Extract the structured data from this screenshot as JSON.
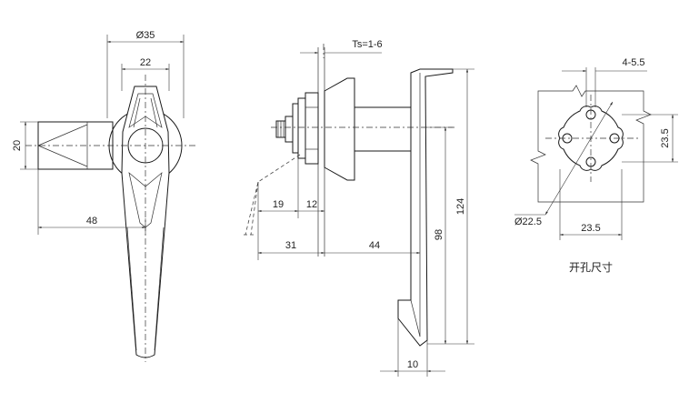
{
  "front_view": {
    "dim_diameter": "Ø35",
    "dim_width": "22",
    "dim_height": "20",
    "dim_length": "48"
  },
  "side_view": {
    "dim_thickness": "Ts=1-6",
    "dim_19": "19",
    "dim_12": "12",
    "dim_31": "31",
    "dim_44": "44",
    "dim_98": "98",
    "dim_124": "124",
    "dim_10": "10"
  },
  "cutout_view": {
    "dim_slot": "4-5.5",
    "dim_vertical": "23.5",
    "dim_horizontal": "23.5",
    "dim_diameter": "Ø22.5",
    "caption": "开孔尺寸"
  }
}
